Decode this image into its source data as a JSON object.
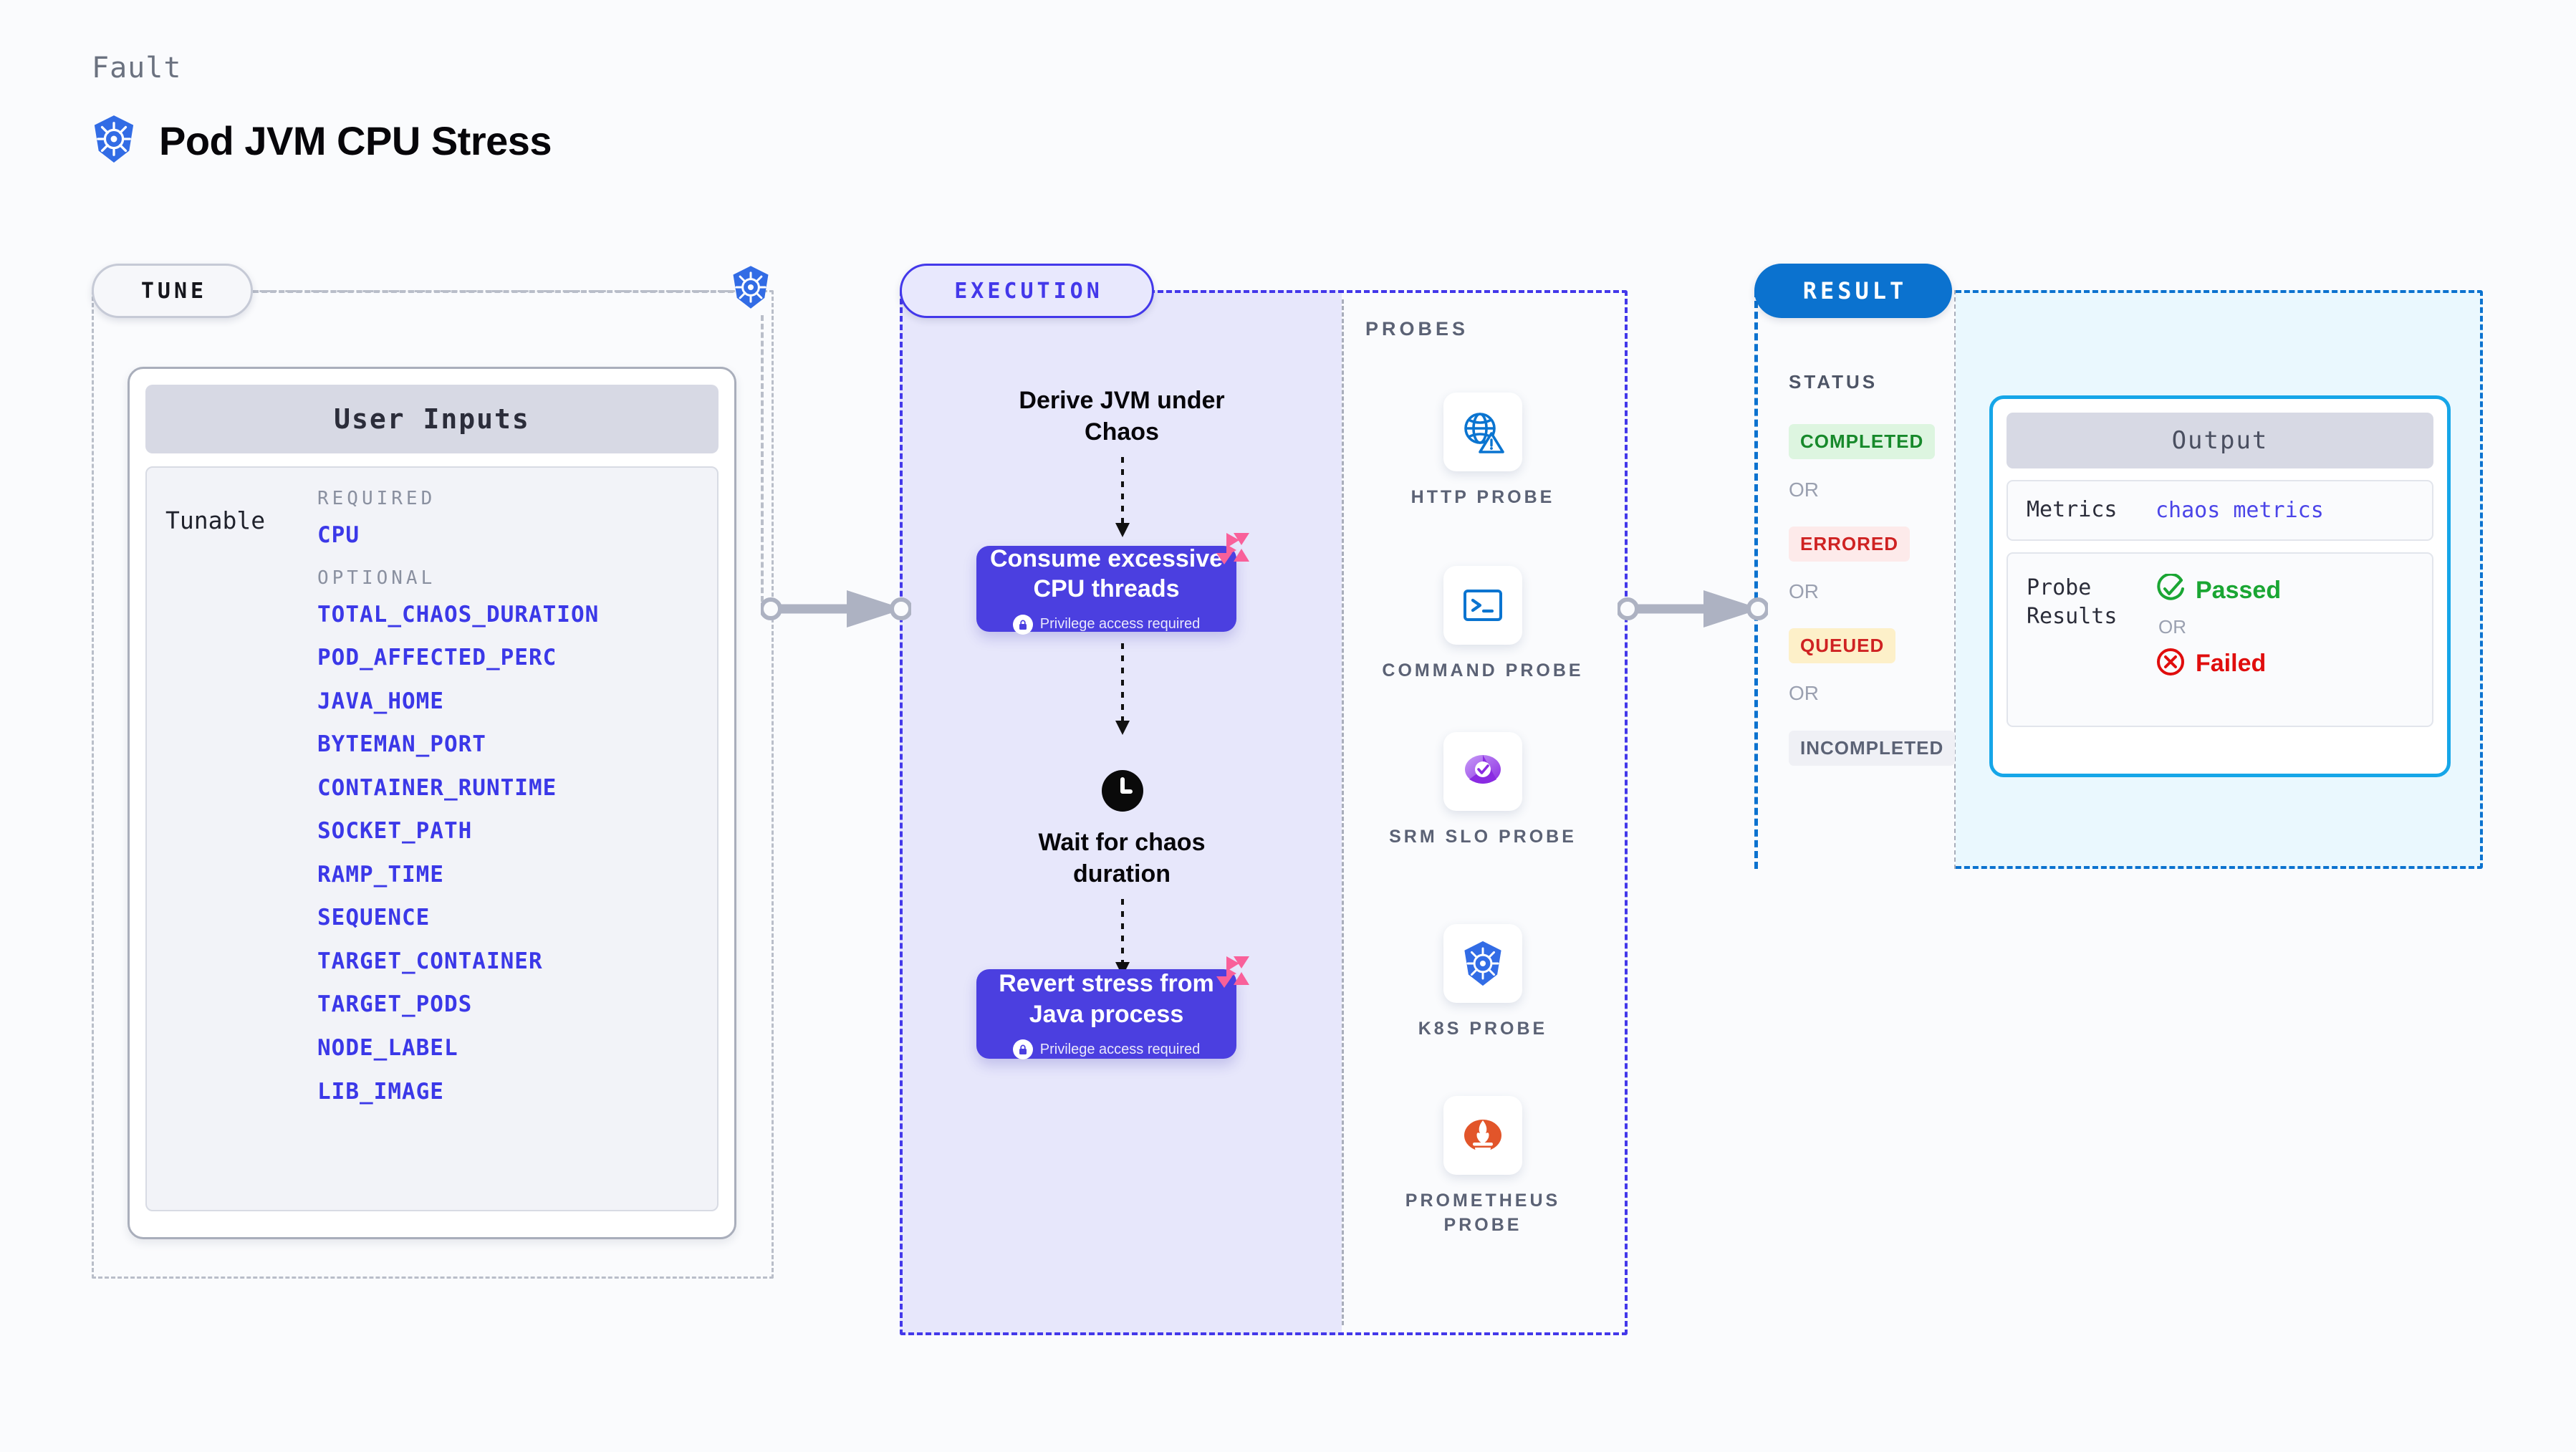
{
  "header": {
    "eyebrow": "Fault",
    "title": "Pod JVM CPU Stress",
    "icon": "kubernetes-icon"
  },
  "tune": {
    "pill_label": "TUNE",
    "node_icon": "kubernetes-icon",
    "card": {
      "header": "User Inputs",
      "row_label": "Tunable",
      "groups": [
        {
          "label": "REQUIRED",
          "items": [
            "CPU"
          ]
        },
        {
          "label": "OPTIONAL",
          "items": [
            "TOTAL_CHAOS_DURATION",
            "POD_AFFECTED_PERC",
            "JAVA_HOME",
            "BYTEMAN_PORT",
            "CONTAINER_RUNTIME",
            "SOCKET_PATH",
            "RAMP_TIME",
            "SEQUENCE",
            "TARGET_CONTAINER",
            "TARGET_PODS",
            "NODE_LABEL",
            "LIB_IMAGE"
          ]
        }
      ]
    }
  },
  "execution": {
    "pill_label": "EXECUTION",
    "steps": [
      {
        "type": "text",
        "title": "Derive JVM under Chaos"
      },
      {
        "type": "box",
        "title": "Consume excessive CPU threads",
        "sub": "Privilege access required",
        "badge": "litmus-chaos-icon",
        "lock": "lock-icon"
      },
      {
        "type": "text",
        "title": "Wait for chaos duration",
        "icon": "clock-icon"
      },
      {
        "type": "box",
        "title": "Revert stress from Java process",
        "sub": "Privilege access required",
        "badge": "litmus-chaos-icon",
        "lock": "lock-icon"
      }
    ]
  },
  "probes": {
    "title": "PROBES",
    "items": [
      {
        "label": "HTTP PROBE",
        "icon": "globe-warning-icon"
      },
      {
        "label": "COMMAND PROBE",
        "icon": "terminal-icon"
      },
      {
        "label": "SRM SLO PROBE",
        "icon": "srm-slo-icon"
      },
      {
        "label": "K8S PROBE",
        "icon": "kubernetes-icon"
      },
      {
        "label": "PROMETHEUS PROBE",
        "icon": "prometheus-icon"
      }
    ]
  },
  "result": {
    "pill_label": "RESULT",
    "status_title": "STATUS",
    "or_label": "OR",
    "statuses": [
      {
        "label": "COMPLETED",
        "color": "#17892b",
        "bg": "#ddf5e0"
      },
      {
        "label": "ERRORED",
        "color": "#cf2222",
        "bg": "#fdeaea"
      },
      {
        "label": "QUEUED",
        "color": "#cf2222",
        "bg": "#fdf0c9"
      },
      {
        "label": "INCOMPLETED",
        "color": "#5b6275",
        "bg": "#eff0f5"
      }
    ],
    "output": {
      "header": "Output",
      "rows": [
        {
          "key": "Metrics",
          "value": "chaos metrics"
        }
      ],
      "probe_results": {
        "key": "Probe Results",
        "passed": {
          "label": "Passed",
          "icon": "check-circle-icon",
          "color": "#1aa633"
        },
        "or_label": "OR",
        "failed": {
          "label": "Failed",
          "icon": "x-circle-icon",
          "color": "#e00d0d"
        }
      }
    }
  },
  "connectors": {
    "tune_to_execution": "arrow-right",
    "execution_to_result": "arrow-right"
  },
  "colors": {
    "accent_purple": "#4338ea",
    "accent_blue": "#0b72cf",
    "accent_cyan": "#16a6e8",
    "chaos_pink": "#f9609a",
    "k8s_blue": "#326ce5"
  }
}
